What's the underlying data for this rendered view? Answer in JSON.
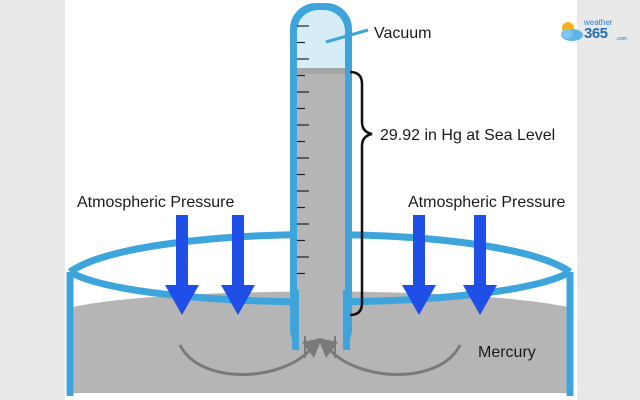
{
  "labels": {
    "vacuum": "Vacuum",
    "column_height": "29.92 in Hg at Sea Level",
    "pressure_left": "Atmospheric Pressure",
    "pressure_right": "Atmospheric Pressure",
    "mercury": "Mercury"
  },
  "logo": {
    "top": "weather",
    "main": "365",
    "tld": ".com"
  },
  "colors": {
    "glass": "#3da5dc",
    "glass_fill": "#d6edf8",
    "mercury": "#b5b5b5",
    "arrow": "#1f4fe6",
    "flow_arrow": "#7a7a7a"
  }
}
